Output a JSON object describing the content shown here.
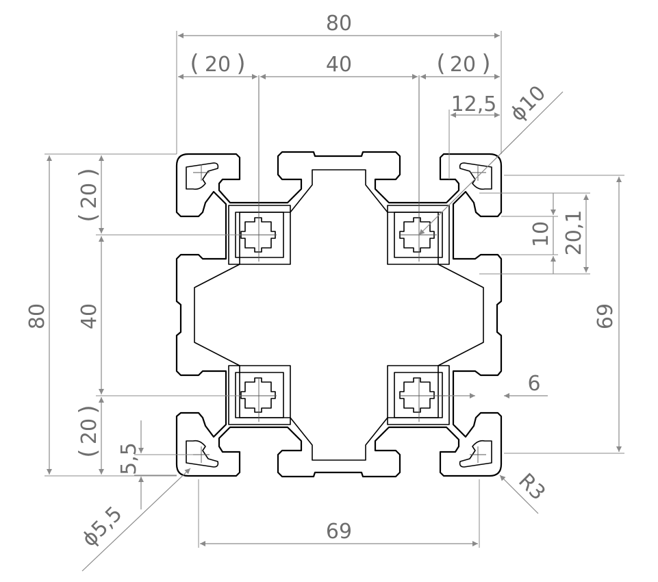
{
  "dimensions": {
    "overall_width": "80",
    "overall_height": "80",
    "top_left_ref": "20",
    "top_center": "40",
    "top_right_ref": "20",
    "slot_depth": "12,5",
    "hole_top_right": "ϕ10",
    "left_top_ref": "20",
    "left_center": "40",
    "left_bottom_ref": "20",
    "right_slot_10": "10",
    "right_slot_20_1": "20,1",
    "right_69": "69",
    "bottom_69": "69",
    "wall_6": "6",
    "hole_5_5": "5,5",
    "hole_bottom_left": "ϕ5,5",
    "radius": "R3"
  },
  "colors": {
    "dimension": "#8a8a8a",
    "text": "#6e6e6e",
    "profile": "#000000"
  }
}
